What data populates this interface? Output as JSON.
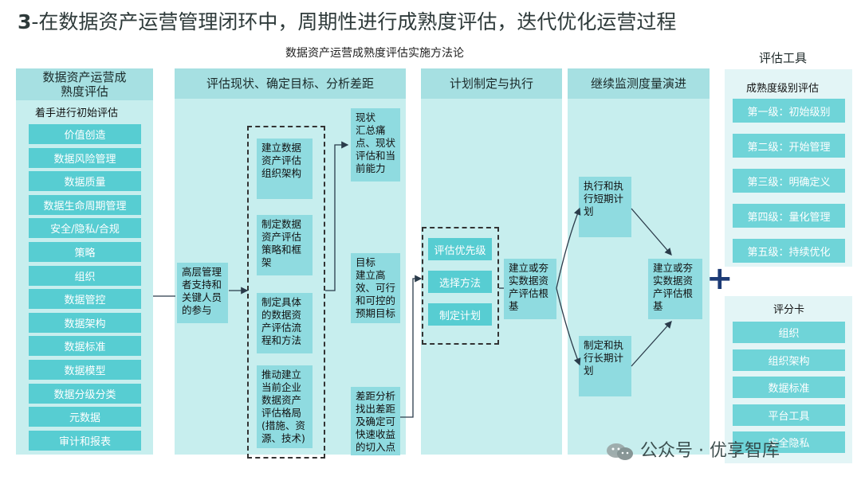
{
  "title": {
    "number": "3",
    "text": "-在数据资产运营管理闭环中，周期性进行成熟度评估，迭代优化运营过程"
  },
  "subtitle": "数据资产运营成熟度评估实施方法论",
  "col1": {
    "header": "数据资产运营成熟度评估",
    "sublabel": "着手进行初始评估",
    "items": [
      "价值创造",
      "数据风险管理",
      "数据质量",
      "数据生命周期管理",
      "安全/隐私/合规",
      "策略",
      "组织",
      "数据管控",
      "数据架构",
      "数据标准",
      "数据模型",
      "数据分级分类",
      "元数据",
      "审计和报表"
    ]
  },
  "col2": {
    "header": "评估现状、确定目标、分析差距",
    "start_box": "高层管理者支持和关键人员的参与",
    "dashed_items": [
      "建立数据资产评估组织架构",
      "制定数据资产评估策略和框架",
      "制定具体的数据资产评估流程和方法",
      "推动建立当前企业数据资产评估格局(措施、资源、技术)"
    ],
    "right_boxes": [
      "现状\n汇总痛点、现状评估和当前能力",
      "目标\n建立高效、可行和可控的预期目标",
      "差距分析找出差距及确定可快速收益的切入点"
    ]
  },
  "col3": {
    "header": "计划制定与执行",
    "dashed_items": [
      "评估优先级",
      "选择方法",
      "制定计划"
    ],
    "result_box": "建立或夯实数据资产评估根基"
  },
  "col4": {
    "header": "继续监测度量演进",
    "boxes": [
      "执行和执行短期计划",
      "制定和执行长期计划"
    ],
    "result_box": "建立或夯实数据资产评估根基"
  },
  "tools": {
    "heading": "评估工具",
    "maturity_title": "成熟度级别评估",
    "levels": [
      "第一级：初始级别",
      "第二级：开始管理",
      "第三级：明确定义",
      "第四级：量化管理",
      "第五级：持续优化"
    ],
    "plus": "+",
    "scorecard_title": "评分卡",
    "scorecard_items": [
      "组织",
      "组织架构",
      "数据标准",
      "平台工具",
      "安全隐私"
    ]
  },
  "watermark": "公众号 · 优享智库",
  "colors": {
    "column_bg": "#c7eeee",
    "header_bg": "#a6e0e2",
    "cell_bg": "#57cdd2",
    "box_bg": "#8fdbe0",
    "plus": "#1d3b76"
  }
}
